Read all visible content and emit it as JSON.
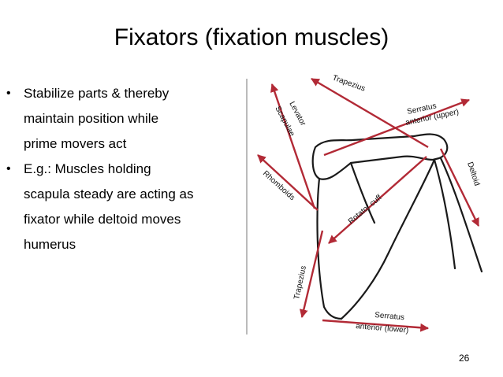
{
  "slide": {
    "title": "Fixators (fixation muscles)",
    "bullets": [
      {
        "lines": [
          "Stabilize parts & thereby",
          "maintain position while",
          "prime movers act"
        ]
      },
      {
        "lines": [
          "E.g.: Muscles holding",
          "scapula steady are acting as",
          "fixator while deltoid moves",
          "humerus"
        ]
      }
    ],
    "bullet_glyph": "•",
    "page_number": "26"
  },
  "figure": {
    "labels": {
      "trapezius_upper": "Trapezius",
      "serratus_upper_1": "Serratus",
      "serratus_upper_2": "anterior (upper)",
      "levator_1": "Levator",
      "levator_2": "Scapulae",
      "rhomboids": "Rhomboids",
      "rotator_cuff": "Rotator cuff",
      "deltoid": "Deltoid",
      "trapezius_lower": "Trapezius",
      "serratus_lower_1": "Serratus",
      "serratus_lower_2": "anterior (lower)"
    },
    "colors": {
      "arrow": "#b22a36",
      "bone": "#1a1a1a"
    }
  }
}
